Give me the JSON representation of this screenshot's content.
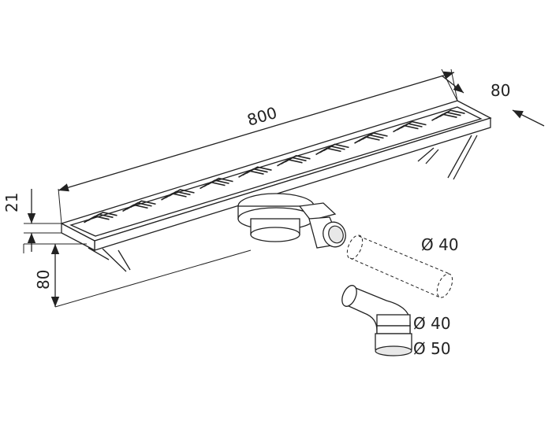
{
  "dimensions": {
    "length": "800",
    "width": "80",
    "grate_height": "21",
    "total_height": "80",
    "pipe_outlet": "Ø 40",
    "elbow_inner": "Ø 40",
    "elbow_outer": "Ø 50"
  }
}
